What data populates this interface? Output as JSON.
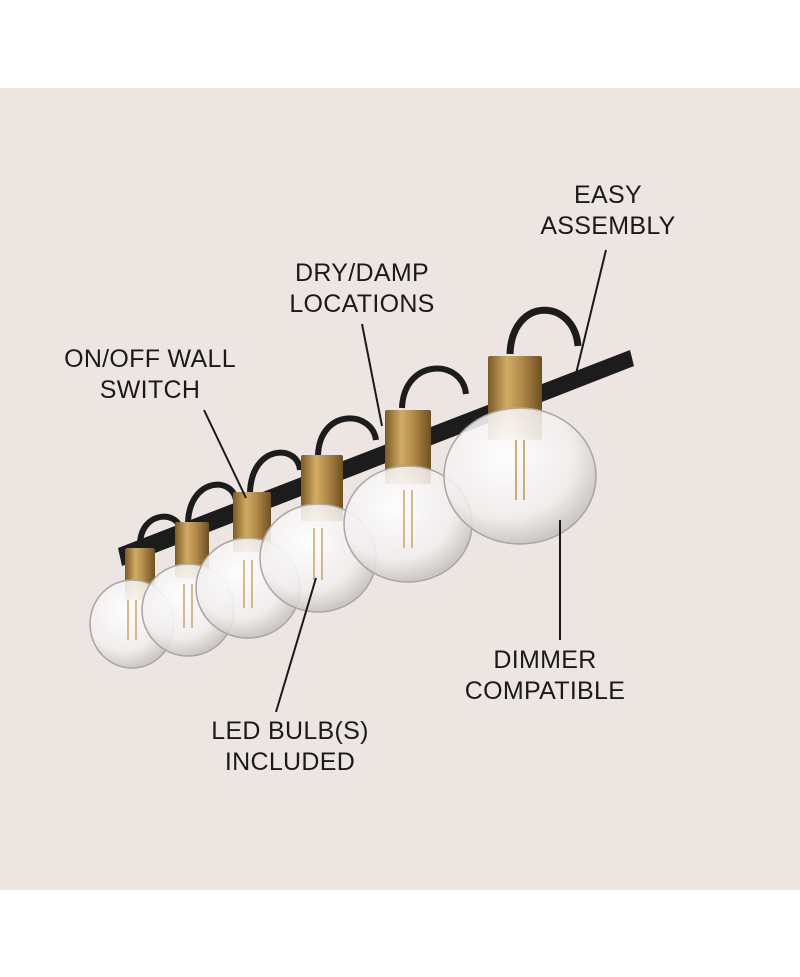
{
  "callouts": {
    "easy_assembly": [
      "EASY",
      "ASSEMBLY"
    ],
    "dry_damp": [
      "DRY/DAMP",
      "LOCATIONS"
    ],
    "on_off": [
      "ON/OFF WALL",
      "SWITCH"
    ],
    "led_bulbs": [
      "LED BULB(S)",
      "INCLUDED"
    ],
    "dimmer": [
      "DIMMER",
      "COMPATIBLE"
    ]
  },
  "colors": {
    "background": "#ece5e2",
    "bar": "#1c1c1c",
    "brass": "#b08a4a",
    "glass": "#f3f3f3"
  }
}
